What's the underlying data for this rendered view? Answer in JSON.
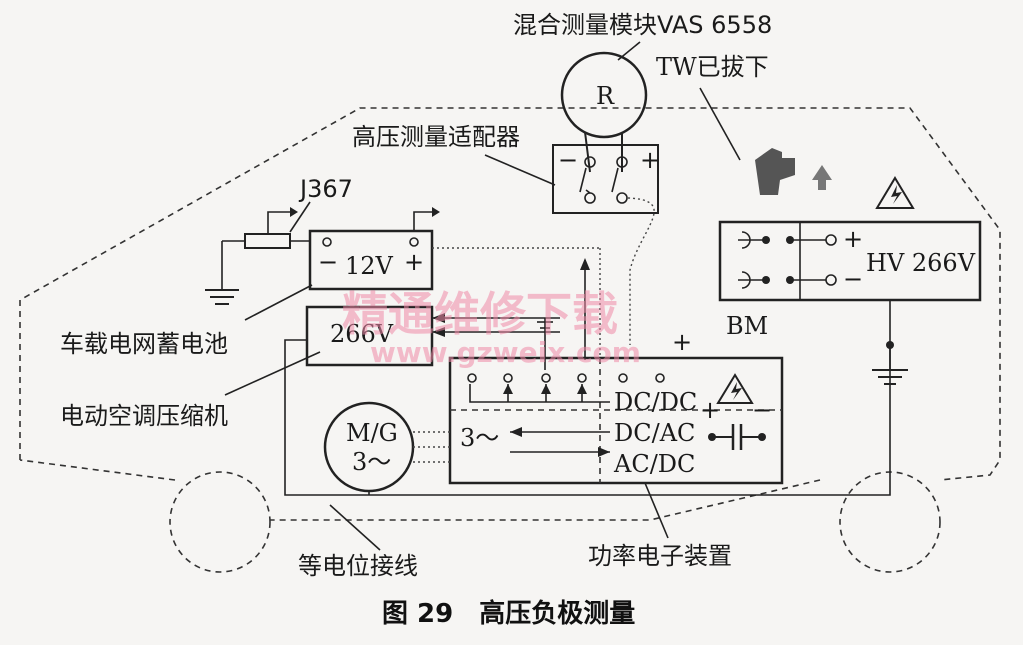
{
  "labels": {
    "vas": "混合测量模块VAS 6558",
    "r": "R",
    "tw": "TW已拔下",
    "adapter": "高压测量适配器",
    "j367": "J367",
    "battery12": "12V",
    "battery_label": "车载电网蓄电池",
    "compressor_v": "266V",
    "compressor_label": "电动空调压缩机",
    "mg_top": "M/G",
    "mg_bottom": "3～",
    "dcdc": "DC/DC",
    "dcac": "DC/AC",
    "acdc": "AC/DC",
    "three_phase": "3～",
    "hv": "HV 266V",
    "bm": "BM",
    "equipotential": "等电位接线",
    "power_electronics": "功率电子装置",
    "plus": "+",
    "minus": "−"
  },
  "caption": "图 29　高压负极测量",
  "watermark": {
    "main": "精通维修下载",
    "url": "www.gzweix.com"
  }
}
